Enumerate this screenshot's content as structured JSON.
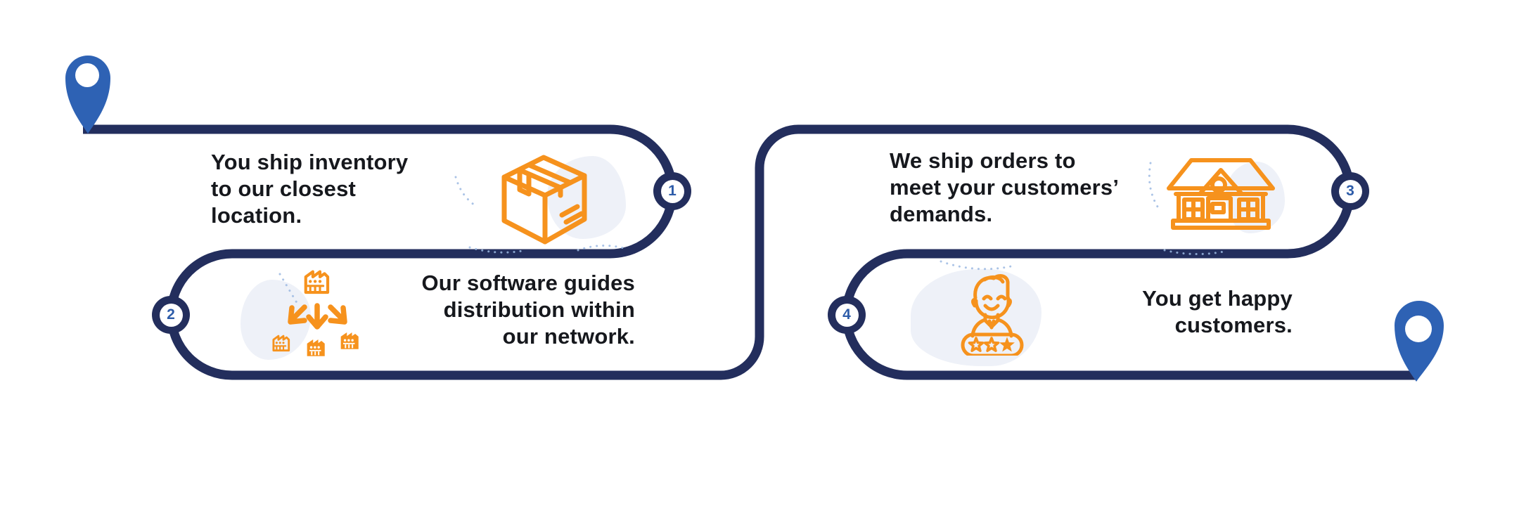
{
  "colors": {
    "background": "#ffffff",
    "path_navy": "#232e5d",
    "pin_blue": "#2e62b4",
    "badge_digit_blue": "#2d5ca9",
    "icon_orange": "#f6921d",
    "text_dark": "#16181d",
    "blob_gray": "#eef1f8",
    "dot_blue": "#9bb8e2"
  },
  "route": {
    "start_pin_icon": "map-pin-icon",
    "end_pin_icon": "map-pin-icon"
  },
  "steps": [
    {
      "number": "1",
      "icon": "shipping-box-icon",
      "lines": [
        "You ship inventory",
        "to our closest",
        "location."
      ]
    },
    {
      "number": "2",
      "icon": "distribution-network-icon",
      "lines": [
        "Our software guides",
        "distribution within",
        "our network."
      ]
    },
    {
      "number": "3",
      "icon": "storefront-house-icon",
      "lines": [
        "We ship orders to",
        "meet your customers’",
        "demands."
      ]
    },
    {
      "number": "4",
      "icon": "happy-customer-rating-icon",
      "lines": [
        "You get happy",
        "customers."
      ]
    }
  ]
}
